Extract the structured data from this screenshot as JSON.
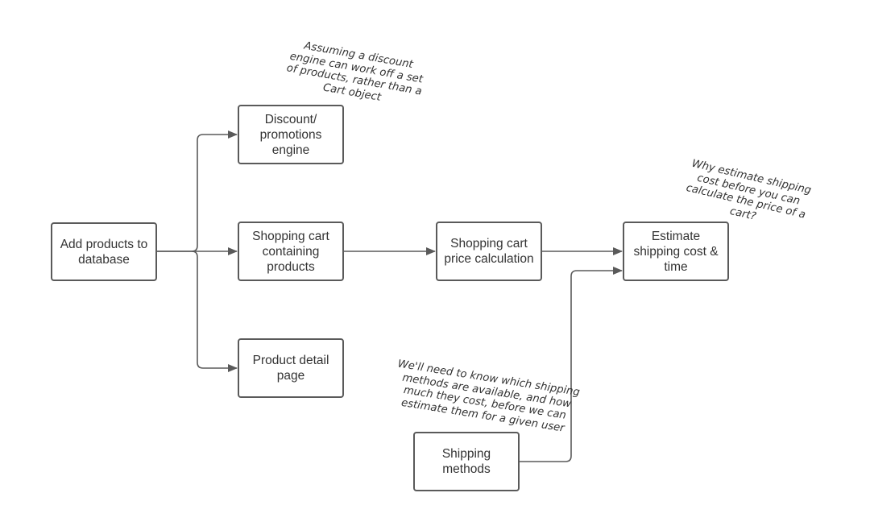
{
  "diagram": {
    "nodes": {
      "add_products": "Add products to\ndatabase",
      "discount_engine": "Discount/\npromotions\nengine",
      "shopping_cart": "Shopping cart\ncontaining\nproducts",
      "product_detail": "Product detail\npage",
      "price_calc": "Shopping cart\nprice calculation",
      "estimate_shipping": "Estimate\nshipping cost &\ntime",
      "shipping_methods": "Shipping\nmethods"
    },
    "notes": {
      "discount_note": "Assuming a discount\nengine can work off a set\nof products, rather than a\nCart object",
      "estimate_note": "Why estimate shipping\ncost before you can\ncalculate the price of a\ncart?",
      "shipping_note": "We'll need to know which shipping\nmethods are available, and how\nmuch they cost, before we can\nestimate them for a given user"
    },
    "edges": [
      {
        "from": "add_products",
        "to": "discount_engine"
      },
      {
        "from": "add_products",
        "to": "shopping_cart"
      },
      {
        "from": "add_products",
        "to": "product_detail"
      },
      {
        "from": "shopping_cart",
        "to": "price_calc"
      },
      {
        "from": "price_calc",
        "to": "estimate_shipping"
      },
      {
        "from": "shipping_methods",
        "to": "estimate_shipping"
      }
    ],
    "colors": {
      "stroke": "#5a5a5a",
      "text": "#333333",
      "background": "#ffffff"
    }
  }
}
